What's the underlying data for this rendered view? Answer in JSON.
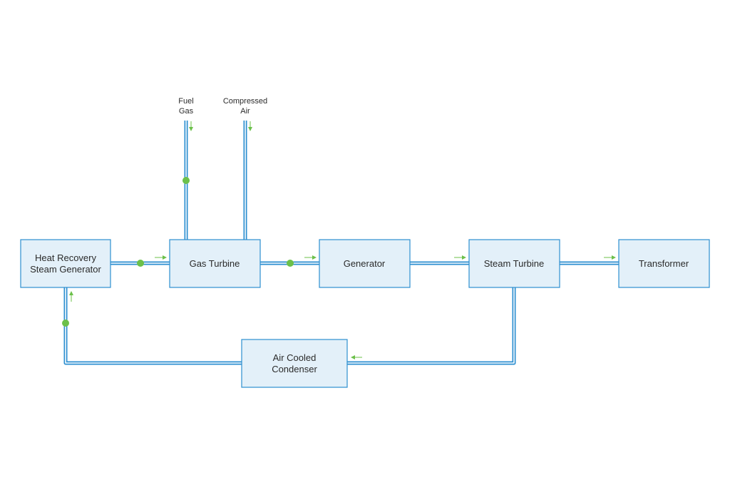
{
  "diagram": {
    "inputs": {
      "fuel_gas": {
        "line1": "Fuel",
        "line2": "Gas"
      },
      "compressed_air": {
        "line1": "Compressed",
        "line2": "Air"
      }
    },
    "components": {
      "hrsg": {
        "line1": "Heat Recovery",
        "line2": "Steam Generator"
      },
      "gas_turbine": {
        "label": "Gas Turbine"
      },
      "generator": {
        "label": "Generator"
      },
      "steam_turbine": {
        "label": "Steam Turbine"
      },
      "transformer": {
        "label": "Transformer"
      },
      "condenser": {
        "line1": "Air Cooled",
        "line2": "Condenser"
      }
    },
    "colors": {
      "pipe": "#2d8fd0",
      "box_fill": "#e3f0f9",
      "flow_arrow": "#6cc04a",
      "valve": "#6cc04a"
    }
  }
}
